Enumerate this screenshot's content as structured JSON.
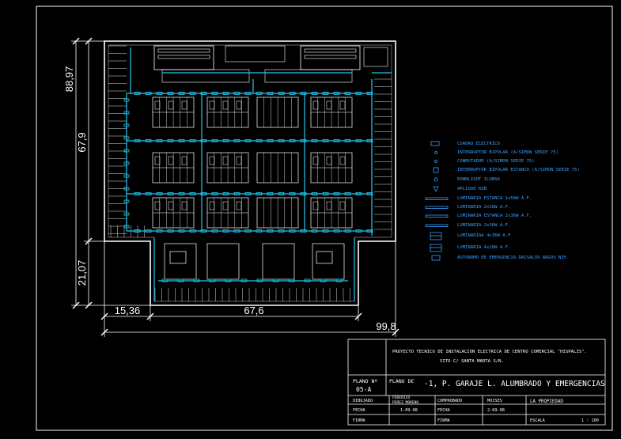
{
  "colors": {
    "background": "#000000",
    "sheet_border": "#ffffff",
    "wall": "#ffffff",
    "wiring": "#22c8f0",
    "legend_text": "#3aa0ff",
    "dimension": "#ffffff"
  },
  "dimensions": {
    "left_total": "88,97",
    "left_upper": "67,9",
    "left_lower": "21,07",
    "bottom_left": "15,36",
    "bottom_mid": "67,6",
    "bottom_total": "99,8"
  },
  "legend": [
    {
      "label": "CUADRO ELECTRICO",
      "symbol": "panel-icon"
    },
    {
      "label": "INTERRUPTOR BIPOLAR (A/SIMON SERIE 75)",
      "symbol": "switch-icon"
    },
    {
      "label": "CONMUTADOR (A/SIMON SERIE 75)",
      "symbol": "switch-icon"
    },
    {
      "label": "INTERRUPTOR BIPOLAR ESTANCO (A/SIMON SERIE 75)",
      "symbol": "sealed-switch-icon"
    },
    {
      "label": "DOWNLIGHT ILUNSA",
      "symbol": "downlight-icon"
    },
    {
      "label": "APLIQUE RZB",
      "symbol": "wall-lamp-icon"
    },
    {
      "label": "LUMINARIA ESTANCA 1x58W A.F.",
      "symbol": "luminaire-icon"
    },
    {
      "label": "LUMINARIA 2x58W A.F.",
      "symbol": "luminaire-icon"
    },
    {
      "label": "LUMINARIA ESTANCA 2x36W A.F.",
      "symbol": "luminaire-icon"
    },
    {
      "label": "LUMINARIA 2x36W A.F.",
      "symbol": "luminaire-icon"
    },
    {
      "label": "LUMINARIAA 4x36W A.F.",
      "symbol": "luminaire-grid-icon"
    },
    {
      "label": "LUMINARIA 4x18W A.F.",
      "symbol": "luminaire-grid-icon"
    },
    {
      "label": "AUTONOMO DE EMERGENCIA DAISALUX ARGOS N35",
      "symbol": "emergency-icon"
    }
  ],
  "title_block": {
    "project_line1": "PROYECTO TECNICO DE INSTALACION ELECTRICA DE CENTRO COMERCIAL \"HISPALIS\".",
    "project_line2": "SITO C/ SANTA MARTA S/N.",
    "plano_no_label": "PLANO Nº",
    "plano_no": "05-A",
    "plano_de_label": "PLANO DE",
    "plano_title": "-1, P. GARAJE L. ALUMBRADO Y EMERGENCIAS",
    "dibujado_label": "DIBUJADO",
    "dibujado_name_1": "FEDERICO",
    "dibujado_name_2": "PEREZ MORENO",
    "comprobado_label": "COMPROBADO",
    "comprobado_value": "MOISES",
    "propiedad": "LA PROPIEDAD",
    "fecha_label_1": "FECHA",
    "fecha_value_1": "1-09-08",
    "fecha_label_2": "FECHA",
    "fecha_value_2": "2-09-08",
    "firma_label_1": "FIRMA",
    "firma_label_2": "FIRMA",
    "escala_label": "ESCALA",
    "escala_value": "1 : 100"
  }
}
